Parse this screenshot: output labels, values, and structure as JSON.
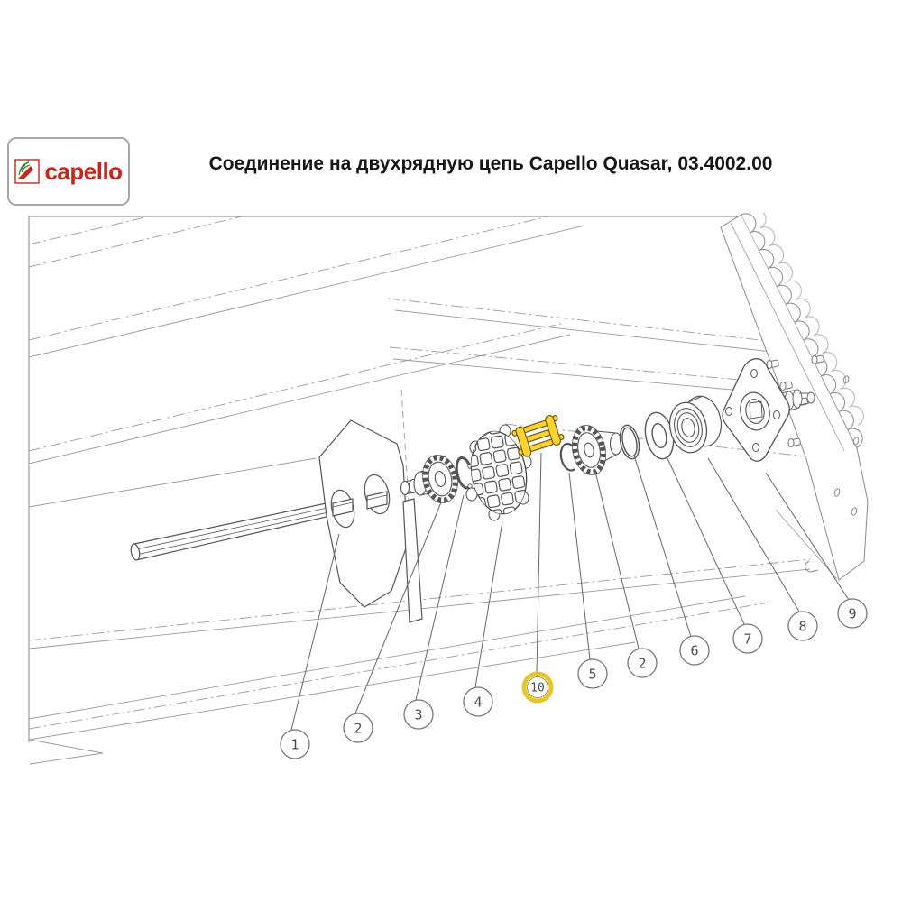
{
  "header": {
    "logo": {
      "text": "capello",
      "brand_color": "#c4271c",
      "icon": "capello-leaf-swoosh-icon"
    },
    "title": "Соединение на двухрядную цепь Capello Quasar, 03.4002.00"
  },
  "diagram": {
    "kind": "exploded-assembly-technical-drawing",
    "highlight_color": "#e6c62e",
    "highlight_part_fill": "#ffd42e",
    "callouts": [
      {
        "label": "1"
      },
      {
        "label": "2"
      },
      {
        "label": "3"
      },
      {
        "label": "4"
      },
      {
        "label": "10",
        "highlighted": true
      },
      {
        "label": "5"
      },
      {
        "label": "2"
      },
      {
        "label": "6"
      },
      {
        "label": "7"
      },
      {
        "label": "8"
      },
      {
        "label": "9"
      }
    ]
  }
}
